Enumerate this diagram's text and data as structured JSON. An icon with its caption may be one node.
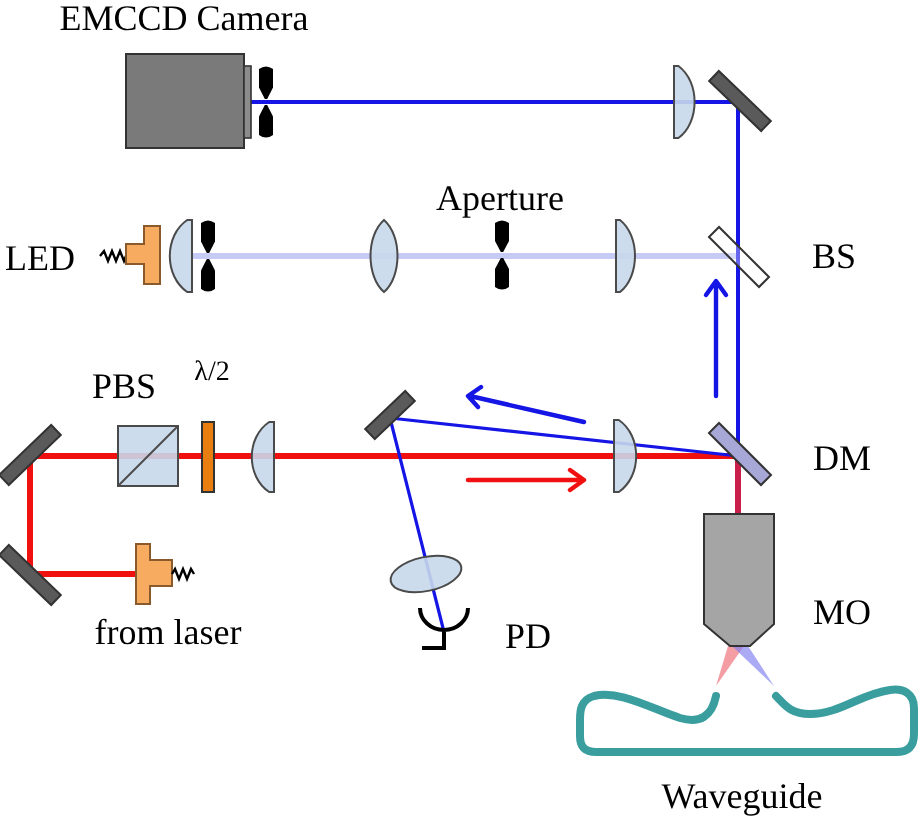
{
  "diagram": {
    "labels": [
      "EMCCD Camera",
      "Aperture",
      "LED",
      "BS",
      "PBS",
      "λ/2",
      "DM",
      "from laser",
      "PD",
      "MO",
      "Waveguide"
    ]
  }
}
